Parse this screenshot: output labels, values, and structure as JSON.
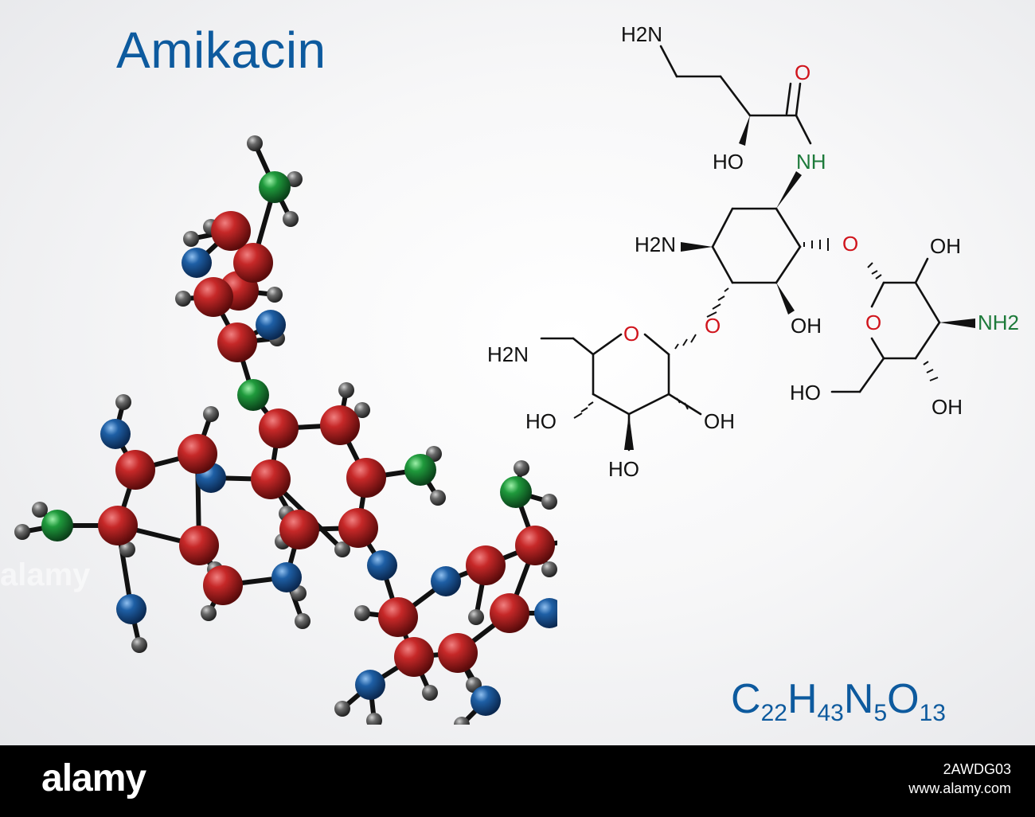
{
  "title": "Amikacin",
  "formula": {
    "parts": [
      {
        "el": "C",
        "n": "22"
      },
      {
        "el": "H",
        "n": "43"
      },
      {
        "el": "N",
        "n": "5"
      },
      {
        "el": "O",
        "n": "13"
      }
    ]
  },
  "structure_labels": {
    "h2n_top": "H2N",
    "o_carbonyl": "O",
    "ho_sidechain": "HO",
    "nh": "NH",
    "h2n_ring": "H2N",
    "o_bridge_right": "O",
    "oh_ring_right": "OH",
    "o_bridge_left": "O",
    "oh_center": "OH",
    "o_ring_right": "O",
    "nh2_right": "NH2",
    "oh_right_bottom": "OH",
    "ho_ch2_right": "HO",
    "h2n_left": "H2N",
    "o_ring_left": "O",
    "ho_left_1": "HO",
    "oh_left_2": "OH",
    "ho_left_3": "HO"
  },
  "colors": {
    "title_blue": "#0d5a9e",
    "oxygen_label": "#d0141c",
    "nitrogen_label": "#1d7a3a",
    "bond": "#111111",
    "atom_carbon": "#b81f1f",
    "atom_oxygen": "#1b5fa8",
    "atom_nitrogen": "#1b9a3a",
    "atom_hydrogen": "#555555"
  },
  "footer": {
    "logo": "alamy",
    "image_id": "2AWDG03",
    "site": "www.alamy.com"
  }
}
